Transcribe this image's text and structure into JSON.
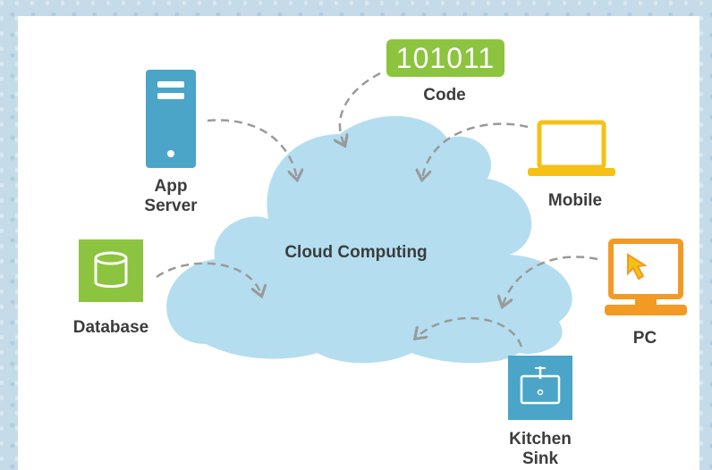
{
  "diagram": {
    "center_label": "Cloud Computing",
    "code_badge": "101011",
    "nodes": {
      "code": "Code",
      "app_server": "App\nServer",
      "mobile": "Mobile",
      "database": "Database",
      "pc": "PC",
      "kitchen_sink": "Kitchen\nSink"
    }
  },
  "colors": {
    "cloud": "#b4def0",
    "server": "#4aa5c8",
    "code": "#8cc43f",
    "mobile": "#f5c115",
    "database": "#8cc43f",
    "pc": "#f39a24",
    "sink": "#4aa5c8",
    "arrow": "#9a9a9a"
  }
}
